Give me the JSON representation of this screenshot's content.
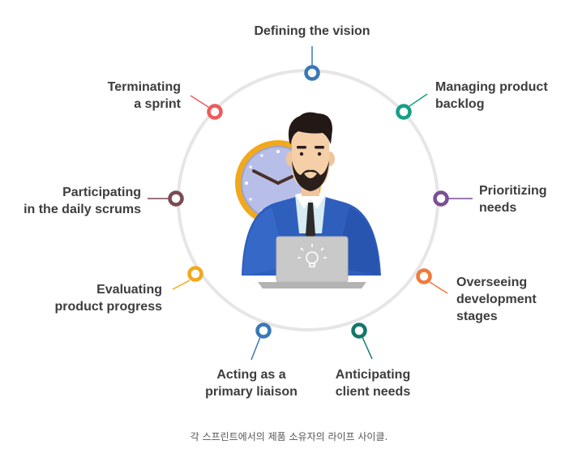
{
  "steps": [
    {
      "label": "Defining the vision",
      "color": "#3a78b7"
    },
    {
      "label": "Managing product\nbacklog",
      "color": "#15a085"
    },
    {
      "label": "Prioritizing\nneeds",
      "color": "#7a4f93"
    },
    {
      "label": "Overseeing\ndevelopment\nstages",
      "color": "#f07a3a"
    },
    {
      "label": "Anticipating\nclient needs",
      "color": "#12776a"
    },
    {
      "label": "Acting as a\nprimary liaison",
      "color": "#3a78b7"
    },
    {
      "label": "Evaluating\nproduct progress",
      "color": "#f2a81c"
    },
    {
      "label": "Participating\nin the daily scrums",
      "color": "#7a4a55"
    },
    {
      "label": "Terminating\na sprint",
      "color": "#ef5a5a"
    }
  ],
  "colors": {
    "ring": "#e6e6e6",
    "suit": "#2f5fbd",
    "clock_face": "#b7bfe8",
    "clock_rim": "#f2a81c",
    "laptop": "#c9c9c9"
  },
  "caption": "각 스프린트에서의 제품 소유자의 라이프 사이클."
}
